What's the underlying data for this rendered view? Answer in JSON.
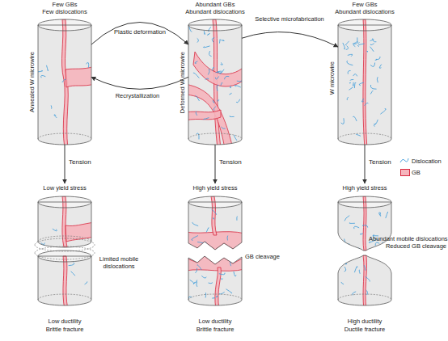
{
  "diagram": {
    "nodes": [
      {
        "text": [
          "Few GBs",
          "Few dislocations",
          "Annealed W microwire"
        ]
      },
      {
        "text": [
          "Abundant GBs",
          "Abundant dislocations",
          "Deformed W microwire"
        ]
      },
      {
        "text": [
          "Few GBs",
          "Abundant dislocations",
          "W microwire"
        ]
      },
      {
        "text": [
          "Low yield stress",
          "Limited mobile dislocations",
          "Low ductility",
          "Brittle fracture"
        ]
      },
      {
        "text": [
          "High yield stress",
          "GB cleavage",
          "Low ductility",
          "Brittle fracture"
        ]
      },
      {
        "text": [
          "High yield stress",
          "Abundant mobile dislocations",
          "Reduced GB cleavage",
          "High ductility",
          "Ductile fracture"
        ]
      }
    ],
    "edges": [
      {
        "from": 0,
        "to": 1,
        "label": "Plastic deformation",
        "arrow": "to"
      },
      {
        "from": 1,
        "to": 0,
        "label": "Recrystallization",
        "arrow": "to"
      },
      {
        "from": 1,
        "to": 2,
        "label": "Selective microfabrication",
        "arrow": "to"
      },
      {
        "from": 0,
        "to": 3,
        "label": "Tension",
        "arrow": "to"
      },
      {
        "from": 1,
        "to": 4,
        "label": "Tension",
        "arrow": "to"
      },
      {
        "from": 2,
        "to": 5,
        "label": "Tension",
        "arrow": "to"
      }
    ],
    "legend": [
      {
        "text": "Dislocation"
      },
      {
        "text": "GB",
        "color": "#f5b5bd"
      }
    ]
  }
}
